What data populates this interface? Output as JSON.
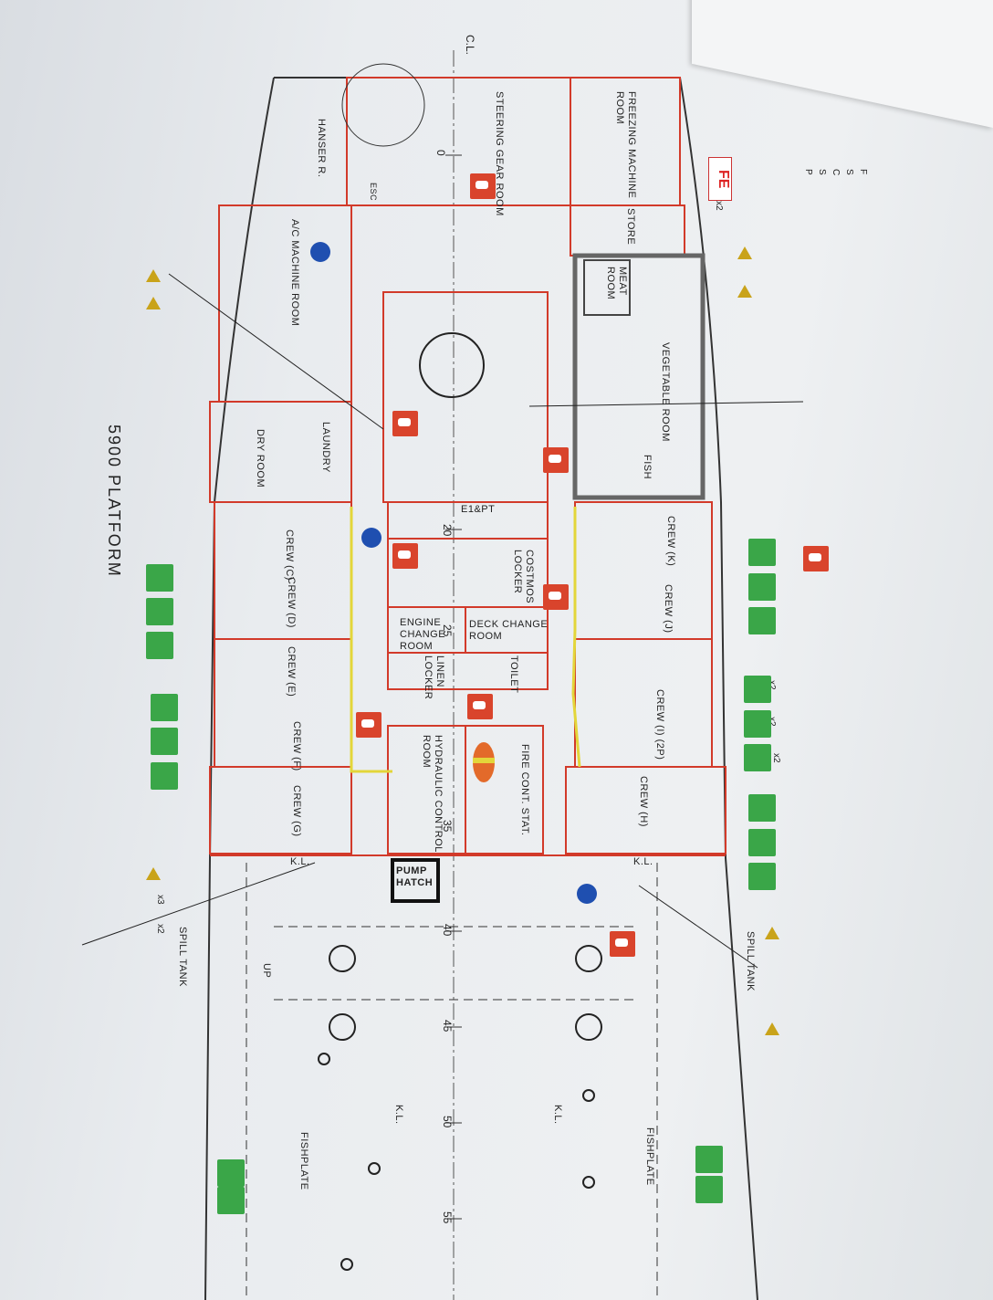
{
  "title": "5900 PLATFORM",
  "centerline": "C.L.",
  "rooms": {
    "freezing_machine": "FREEZING MACHINE\nROOM",
    "store": "STORE",
    "meat": "MEAT\nROOM",
    "vegetable": "VEGETABLE ROOM",
    "fish": "FISH",
    "steering_gear": "STEERING GEAR ROOM",
    "hanser": "HANSER R.",
    "ac_machine": "A/C MACHINE ROOM",
    "laundry": "LAUNDRY",
    "dry_room": "DRY ROOM",
    "crew_c": "CREW (C)",
    "crew_d": "CREW (D)",
    "crew_e": "CREW (E)",
    "crew_f": "CREW (F)",
    "crew_g": "CREW (G)",
    "crew_k": "CREW (K)",
    "crew_j": "CREW (J)",
    "crew_i": "CREW (I) (2P)",
    "crew_h": "CREW (H)",
    "e1pt": "E1&PT",
    "costmos": "COSTMOS\nLOCKER",
    "engine_change": "ENGINE\nCHANGE\nROOM",
    "deck_change": "DECK CHANGE\nROOM",
    "linen": "LINEN\nLOCKER",
    "toilet": "TOILET",
    "hydraulic": "HYDRAULIC CONTROL\nROOM",
    "fire_cont": "FIRE CONT. STAT.",
    "pump_hatch": "PUMP\nHATCH",
    "esc": "ESC"
  },
  "deck_labels": {
    "spill_tank_port": "SPILL TANK",
    "spill_tank_stbd": "SPILL TANK",
    "kl_1": "K.L.",
    "kl_2": "K.L.",
    "kl_3": "K.L.",
    "kl_4": "K.L.",
    "fishplate_port": "FISHPLATE",
    "fishplate_stbd": "FISHPLATE",
    "up": "UP"
  },
  "frames": [
    "0",
    "20",
    "25",
    "35",
    "40",
    "45",
    "50",
    "55"
  ],
  "legend": {
    "items": [
      "F",
      "S",
      "C",
      "S",
      "P"
    ],
    "fe": "FE",
    "fe_count": "x2",
    "counts": [
      "x2",
      "x2",
      "x2",
      "x3",
      "x2"
    ]
  },
  "colors": {
    "wall": "#d23a2a",
    "escape": "#e3d63a",
    "green_sign": "#3aa648",
    "blue": "#1f4fb0"
  }
}
